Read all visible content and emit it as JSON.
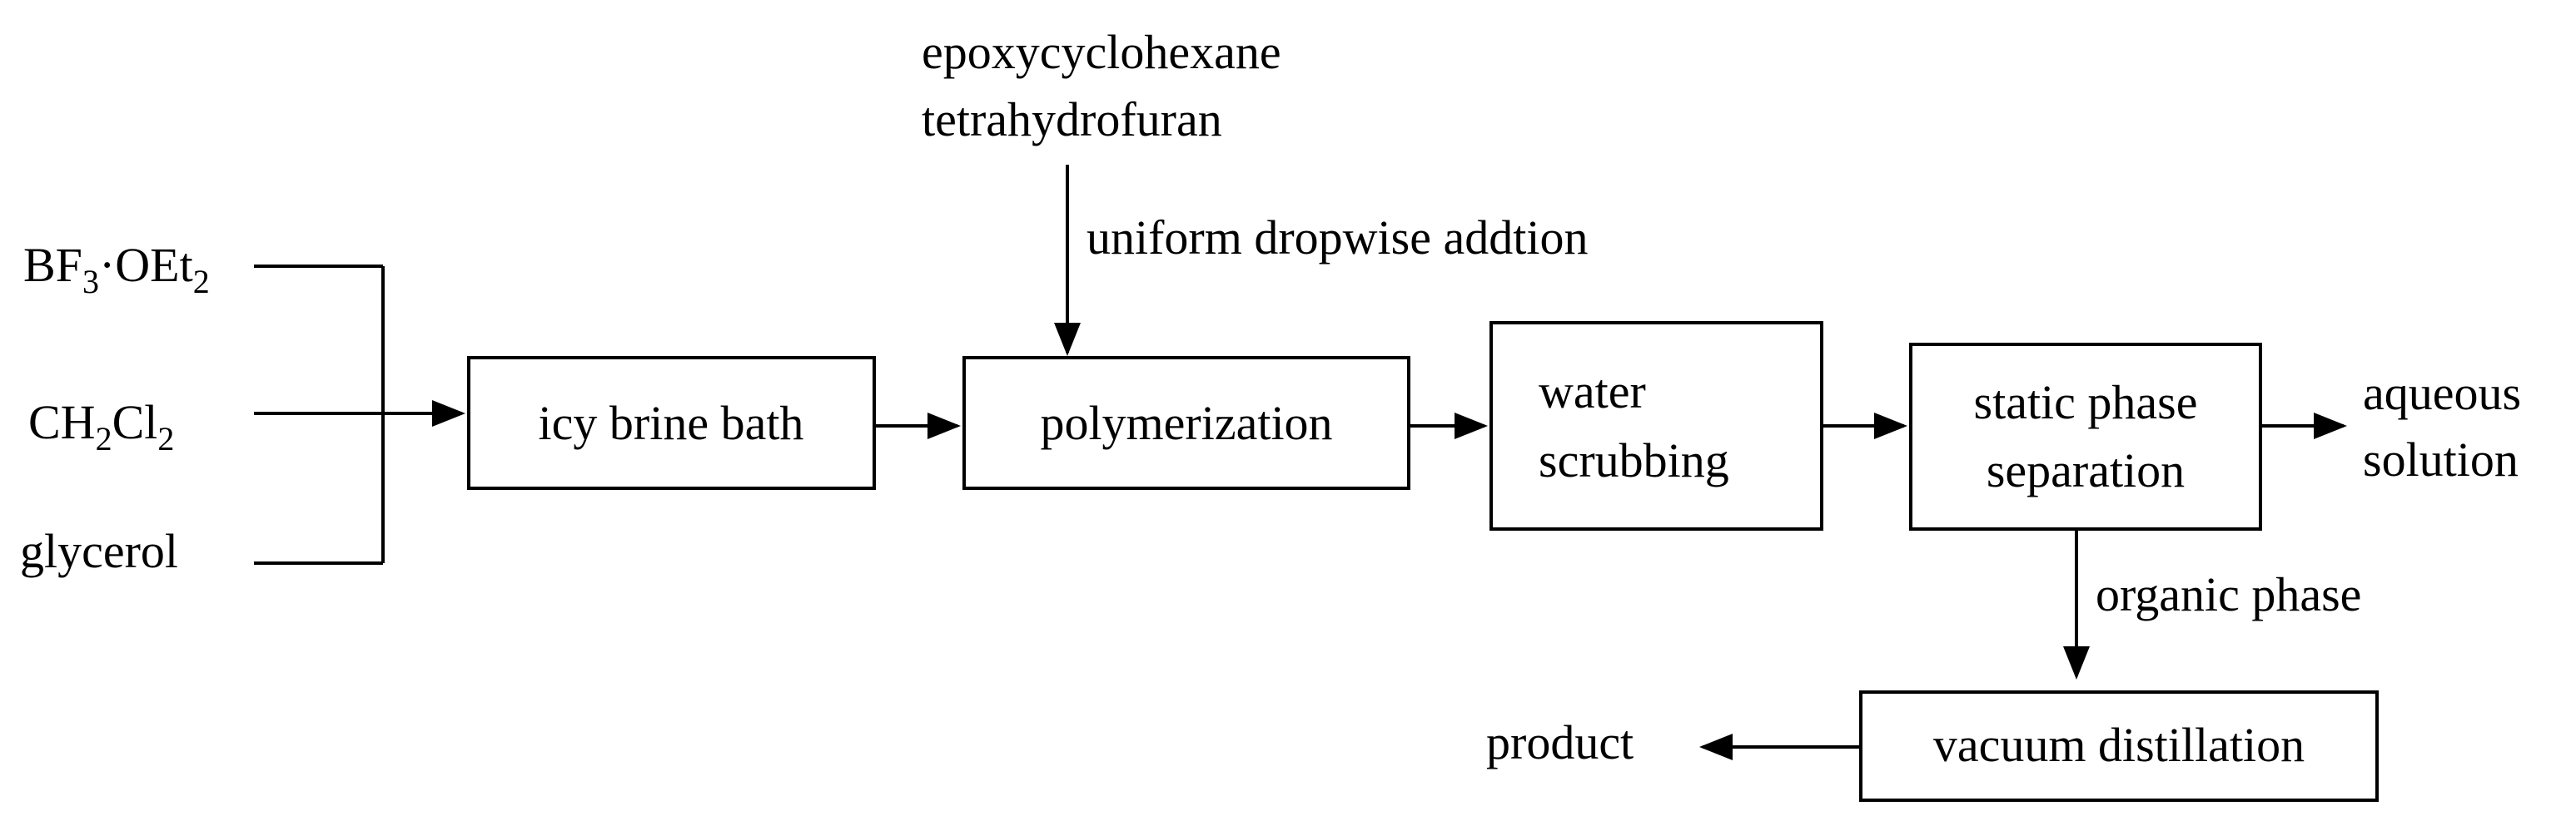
{
  "inputs": {
    "bf3": {
      "main": "BF",
      "sub1": "3",
      "dot": "·OEt",
      "sub2": "2"
    },
    "ch2cl2": {
      "c": "CH",
      "sub1": "2",
      "cl": "Cl",
      "sub2": "2"
    },
    "glycerol": "glycerol"
  },
  "top_inputs": {
    "line1": "epoxycyclohexane",
    "line2": "tetrahydrofuran",
    "addition_label": "uniform dropwise addtion"
  },
  "steps": {
    "icy_brine_bath": "icy brine bath",
    "polymerization": "polymerization",
    "water_scrubbing_line1": "water",
    "water_scrubbing_line2": "scrubbing",
    "static_phase_line1": "static phase",
    "static_phase_line2": "separation",
    "vacuum_distillation": "vacuum distillation"
  },
  "outputs": {
    "aqueous_line1": "aqueous",
    "aqueous_line2": "solution",
    "organic_phase_label": "organic phase",
    "product": "product"
  }
}
